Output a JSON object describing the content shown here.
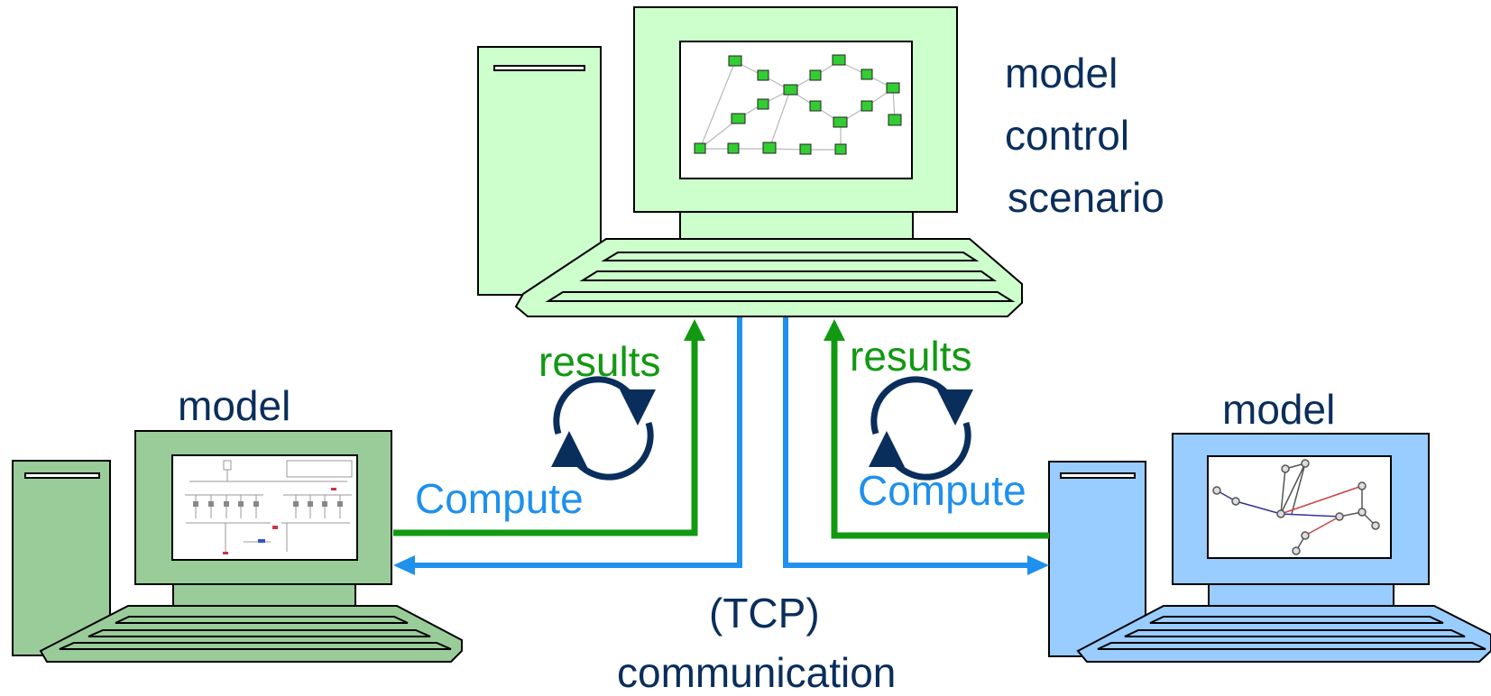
{
  "labels": {
    "center_model": "model",
    "center_control": "control",
    "center_scenario": "scenario",
    "left_model": "model",
    "right_model": "model",
    "results_left": "results",
    "results_right": "results",
    "compute_left": "Compute",
    "compute_right": "Compute",
    "tcp": "(TCP)",
    "communication": "communication"
  },
  "colors": {
    "center_computer": "#ccffcc",
    "left_computer": "#99cc99",
    "right_computer": "#99ccff",
    "results_arrow": "#129912",
    "compute_arrow": "#1e90ee",
    "cycle_icon": "#0a2e5c",
    "label_text": "#0a2e5c"
  },
  "icons": {
    "cycle": "refresh-cycle-icon"
  }
}
